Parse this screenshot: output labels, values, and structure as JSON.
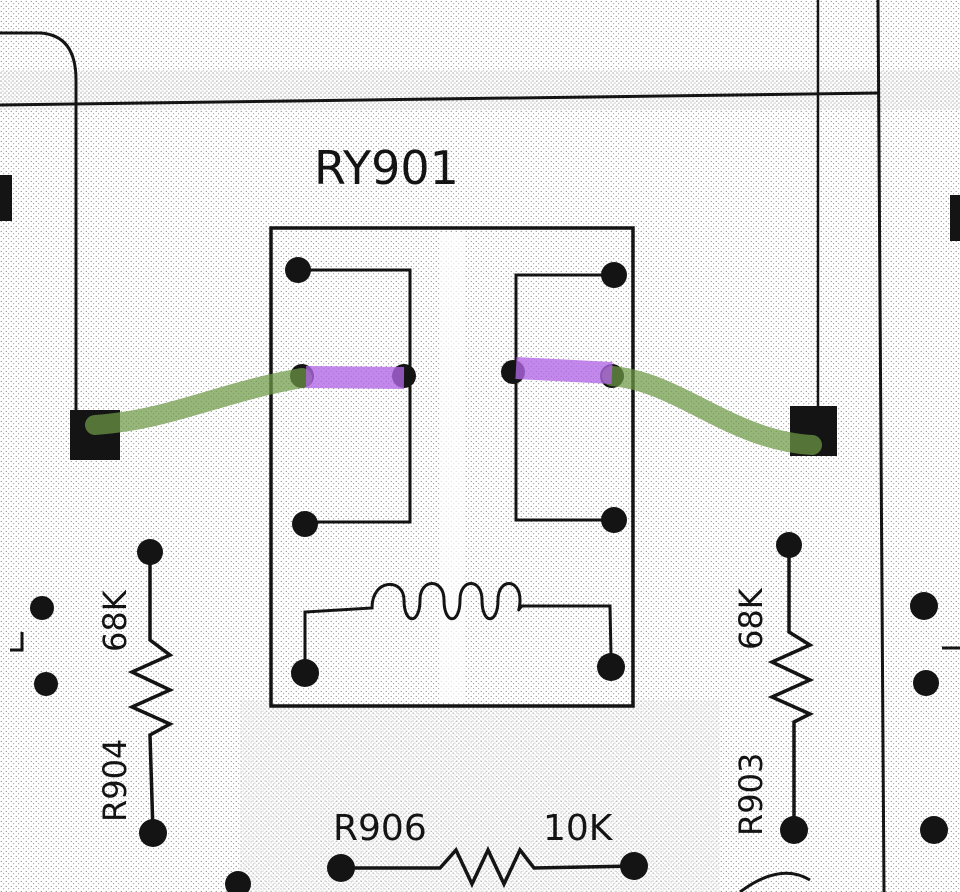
{
  "relay": {
    "label": "RY901"
  },
  "resistors": [
    {
      "ref": "R904",
      "value": "68K"
    },
    {
      "ref": "R903",
      "value": "68K"
    },
    {
      "ref": "R906",
      "value": "10K"
    }
  ],
  "colors": {
    "ink": "#141414",
    "paper": "#ffffff",
    "stipple": "#6a6a6a",
    "highlight_green": "#6e9a46",
    "highlight_purple": "#b266e6"
  }
}
